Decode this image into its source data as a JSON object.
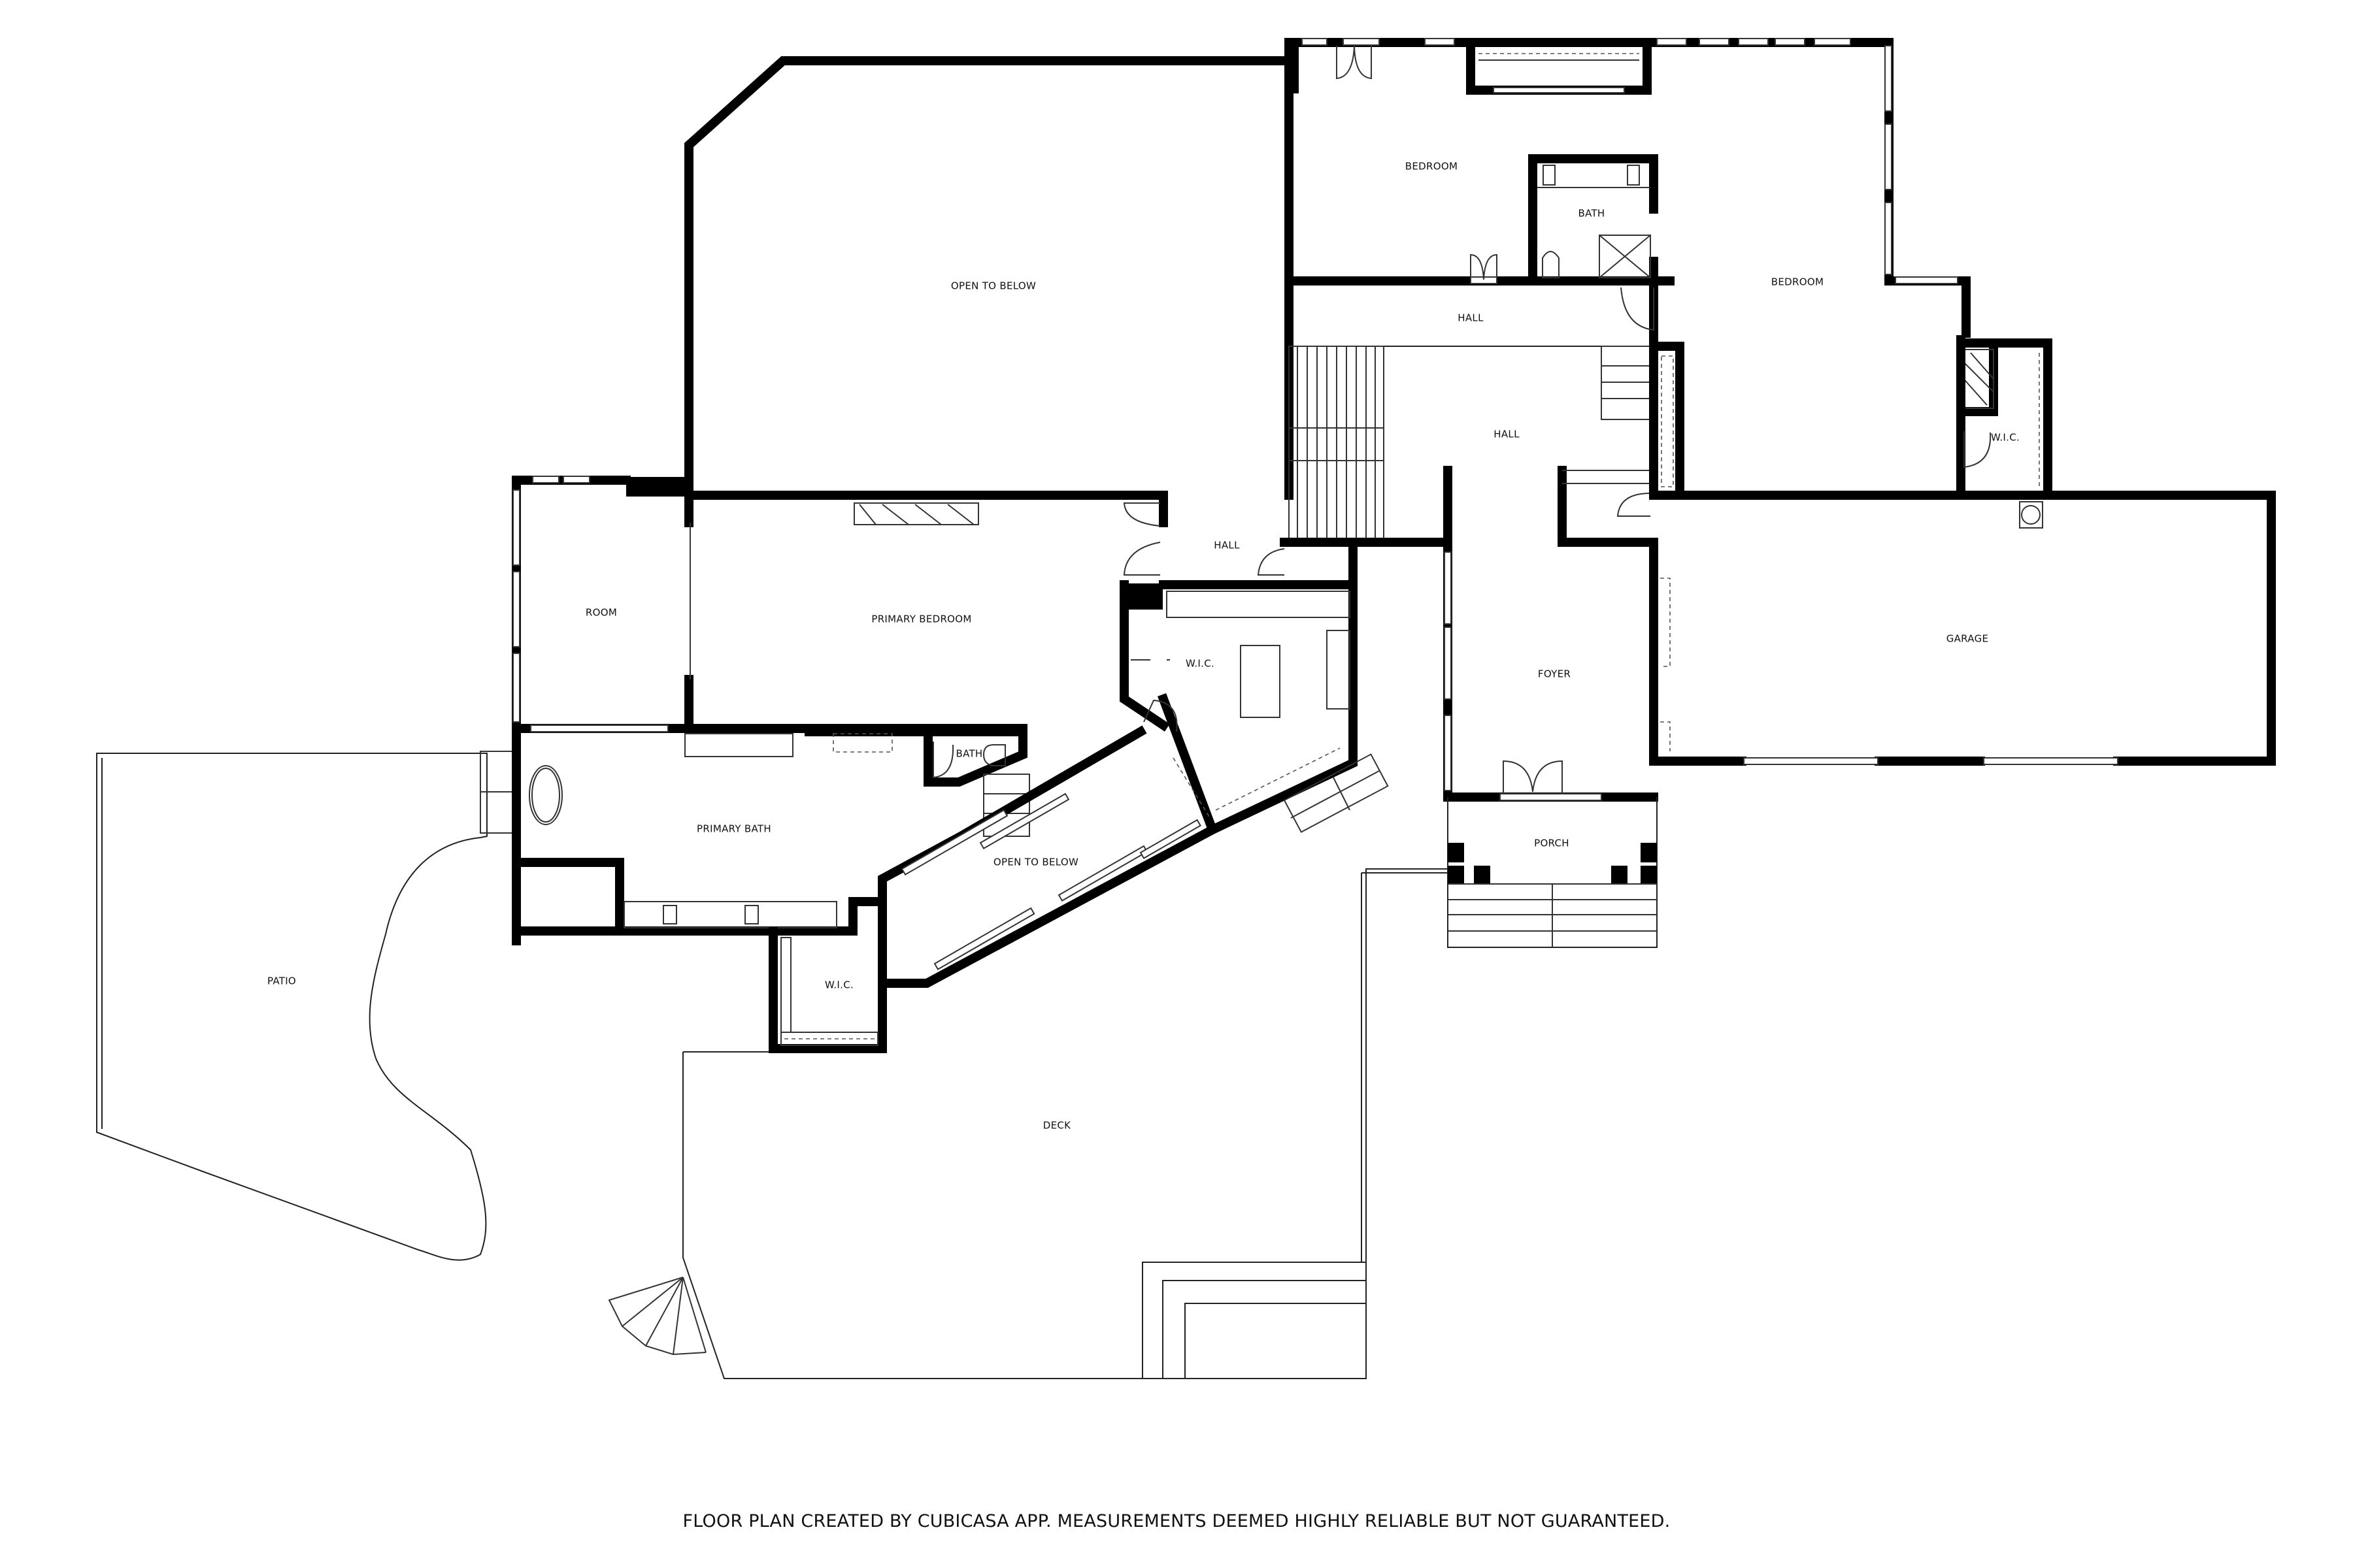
{
  "plan": {
    "rooms": {
      "open_to_below_upper": "OPEN TO BELOW",
      "bedroom_upper_left": "BEDROOM",
      "bath_upper": "BATH",
      "bedroom_upper_right": "BEDROOM",
      "hall_top": "HALL",
      "hall_center": "HALL",
      "wic_right": "W.I.C.",
      "room": "ROOM",
      "primary_bedroom": "PRIMARY BEDROOM",
      "hall_small": "HALL",
      "wic_center": "W.I.C.",
      "foyer": "FOYER",
      "garage": "GARAGE",
      "bath_small": "BATH",
      "primary_bath": "PRIMARY BATH",
      "open_to_below_lower": "OPEN TO BELOW",
      "porch": "PORCH",
      "patio": "PATIO",
      "wic_lower": "W.I.C.",
      "deck": "DECK"
    }
  },
  "footer": {
    "disclaimer": "FLOOR PLAN CREATED BY CUBICASA APP. MEASUREMENTS DEEMED HIGHLY RELIABLE BUT NOT GUARANTEED."
  }
}
